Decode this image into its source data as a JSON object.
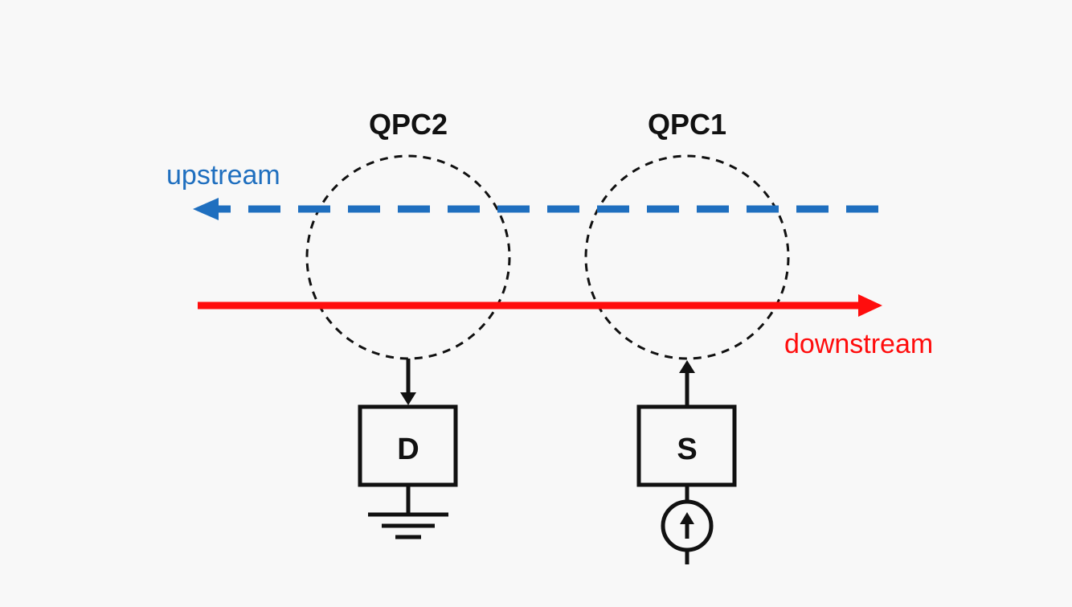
{
  "diagram": {
    "qpc2": {
      "label": "QPC2"
    },
    "qpc1": {
      "label": "QPC1"
    },
    "upstream": {
      "label": "upstream",
      "color": "#1f6fbf"
    },
    "downstream": {
      "label": "downstream",
      "color": "#ff0d0d"
    },
    "detector": {
      "label": "D"
    },
    "source": {
      "label": "S"
    },
    "line_color": "#111111",
    "background": "#f8f8f8"
  }
}
